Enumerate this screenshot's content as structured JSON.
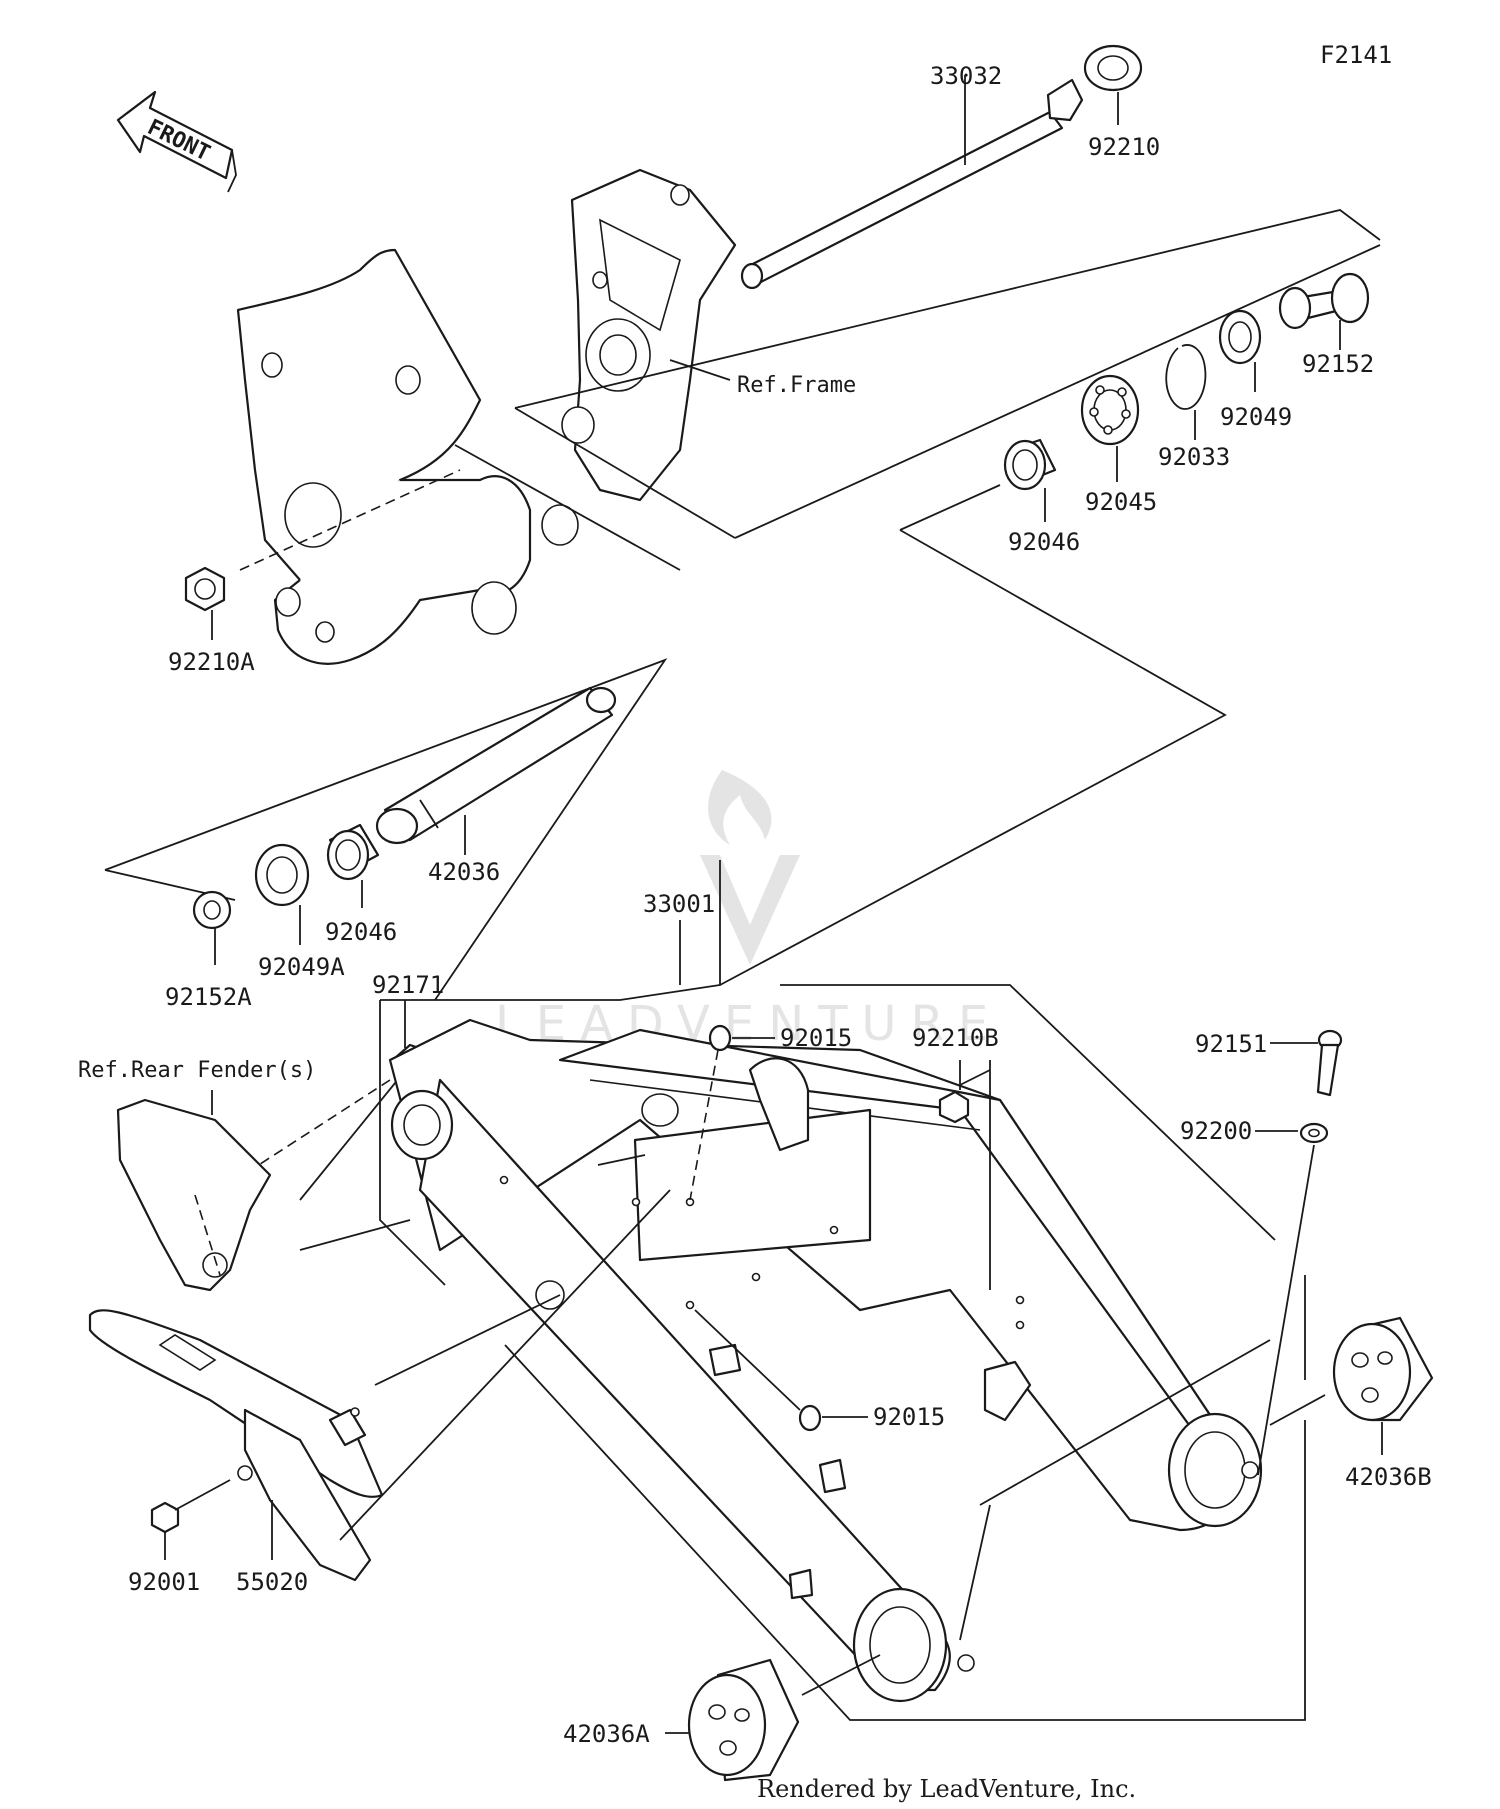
{
  "diagram_code": "F2141",
  "front_arrow_label": "FRONT",
  "references": {
    "frame": "Ref.Frame",
    "rear_fender": "Ref.Rear Fender(s)"
  },
  "parts": [
    {
      "id": "p33032",
      "label": "33032"
    },
    {
      "id": "p92210",
      "label": "92210"
    },
    {
      "id": "p92152",
      "label": "92152"
    },
    {
      "id": "p92049",
      "label": "92049"
    },
    {
      "id": "p92033",
      "label": "92033"
    },
    {
      "id": "p92045",
      "label": "92045"
    },
    {
      "id": "p92046a",
      "label": "92046"
    },
    {
      "id": "p92210A",
      "label": "92210A"
    },
    {
      "id": "p42036",
      "label": "42036"
    },
    {
      "id": "p92046b",
      "label": "92046"
    },
    {
      "id": "p92049A",
      "label": "92049A"
    },
    {
      "id": "p92152A",
      "label": "92152A"
    },
    {
      "id": "p33001",
      "label": "33001"
    },
    {
      "id": "p92171",
      "label": "92171"
    },
    {
      "id": "p92015a",
      "label": "92015"
    },
    {
      "id": "p92210B",
      "label": "92210B"
    },
    {
      "id": "p92151",
      "label": "92151"
    },
    {
      "id": "p92200",
      "label": "92200"
    },
    {
      "id": "p92015b",
      "label": "92015"
    },
    {
      "id": "p42036B",
      "label": "42036B"
    },
    {
      "id": "p92001",
      "label": "92001"
    },
    {
      "id": "p55020",
      "label": "55020"
    },
    {
      "id": "p42036A",
      "label": "42036A"
    }
  ],
  "watermark": "LEADVENTURE",
  "footer": "Rendered by LeadVenture, Inc."
}
